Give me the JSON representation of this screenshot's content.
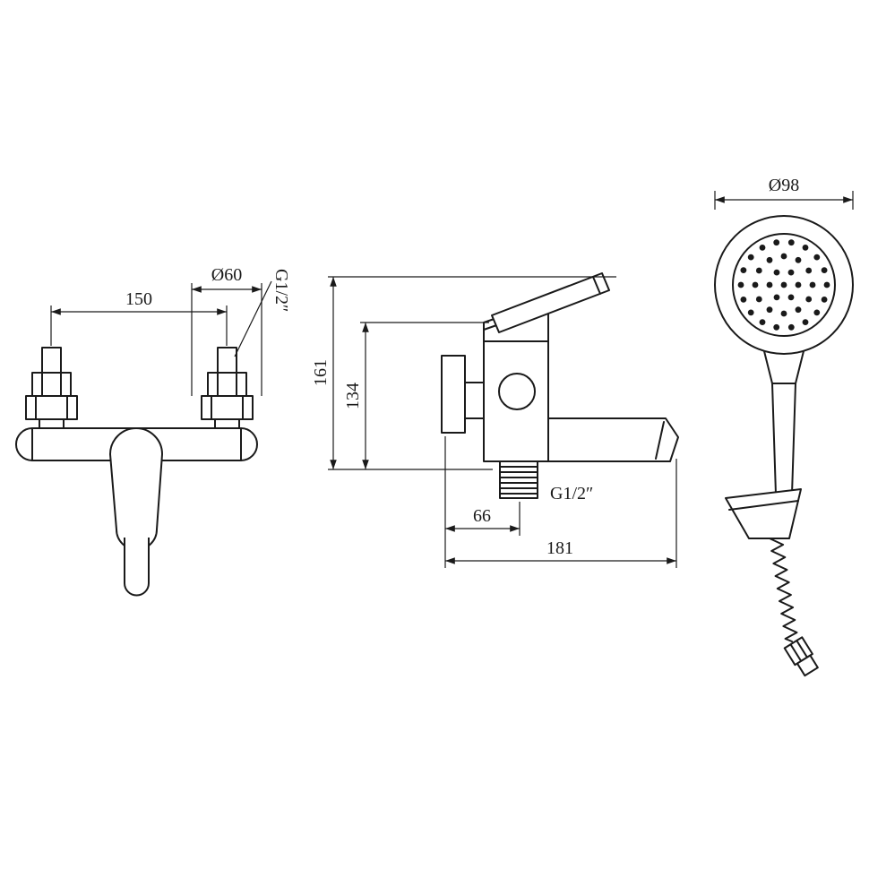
{
  "colors": {
    "background": "#ffffff",
    "line": "#1a1a1a"
  },
  "front_view": {
    "dim_width": "150",
    "dim_escutcheon_diameter": "Ø60",
    "dim_thread": "G1/2″"
  },
  "side_view": {
    "dim_total_height": "161",
    "dim_body_height": "134",
    "dim_outlet_offset": "66",
    "dim_total_length": "181",
    "dim_outlet_thread": "G1/2″"
  },
  "hand_shower": {
    "dim_head_diameter": "Ø98"
  }
}
